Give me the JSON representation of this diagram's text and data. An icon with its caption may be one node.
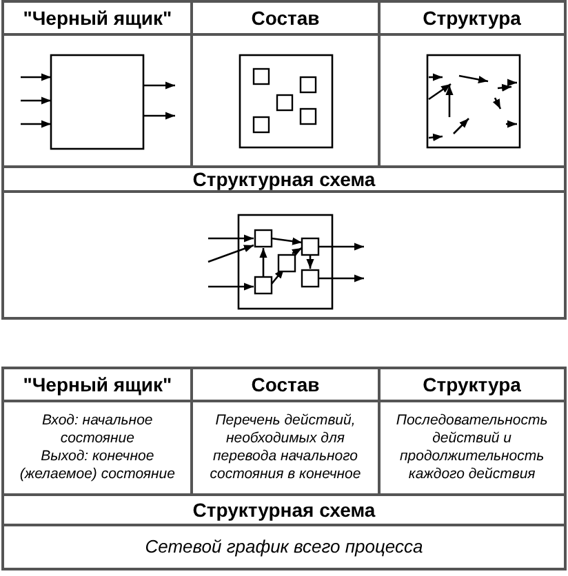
{
  "diagram": {
    "labels": [
      "\"Черный ящик\"",
      "Состав",
      "Структура",
      "Структурная схема",
      "\"Черный ящик\"",
      "Состав",
      "Структура",
      "Вход: начальное состояние",
      "Выход: конечное (желаемое) состояние",
      "Перечень действий, необходимых для перевода начального состояния в конечное",
      "Последовательность действий и продолжительность каждого действия",
      "Структурная схема",
      "Сетевой график всего процесса"
    ]
  }
}
